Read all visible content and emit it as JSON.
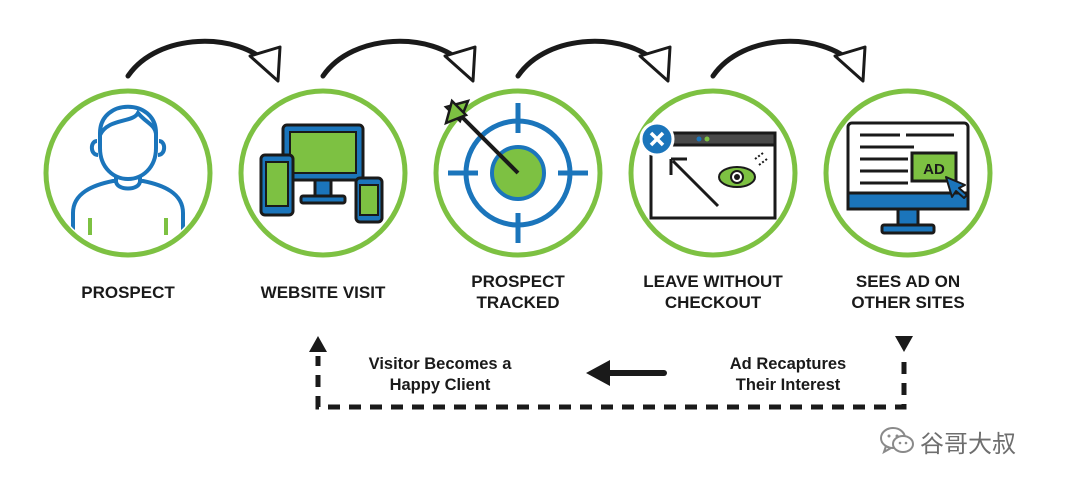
{
  "steps": [
    {
      "label": "PROSPECT",
      "icon": "person-icon"
    },
    {
      "label": "WEBSITE VISIT",
      "icon": "devices-icon"
    },
    {
      "label": "PROSPECT\nTRACKED",
      "icon": "target-icon"
    },
    {
      "label": "LEAVE WITHOUT\nCHECKOUT",
      "icon": "browser-exit-icon"
    },
    {
      "label": "SEES AD ON\nOTHER SITES",
      "icon": "monitor-ad-icon"
    }
  ],
  "loop": {
    "left_text": "Visitor Becomes a\nHappy Client",
    "right_text": "Ad Recaptures\nTheir Interest"
  },
  "ad_badge": "AD",
  "watermark": "谷哥大叔",
  "colors": {
    "green": "#7dc142",
    "blue": "#1b75bb",
    "dark": "#1a1a1a"
  }
}
